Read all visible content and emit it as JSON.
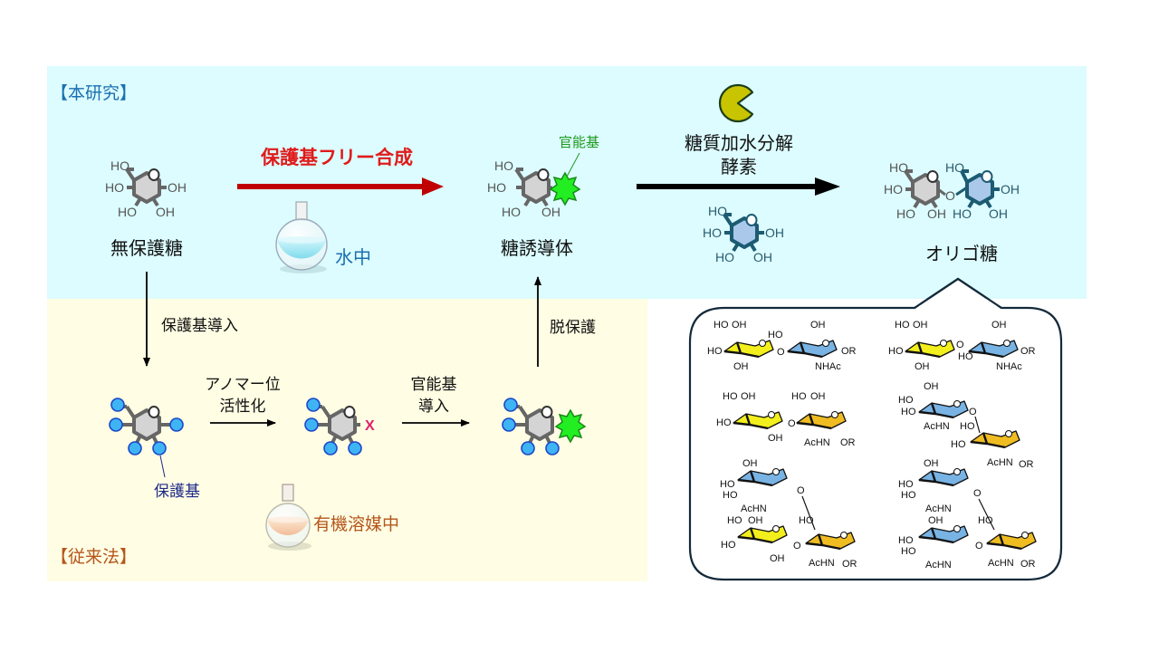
{
  "sections": {
    "this_study": "【本研究】",
    "conventional": "【従来法】"
  },
  "top_row": {
    "unprotected_sugar": "無保護糖",
    "pg_free_synthesis": "保護基フリー合成",
    "in_water": "水中",
    "sugar_derivative": "糖誘導体",
    "functional_group_note": "官能基",
    "enzyme_line1": "糖質加水分解",
    "enzyme_line2": "酵素",
    "oligosaccharide": "オリゴ糖"
  },
  "bottom_row": {
    "pg_introduction": "保護基導入",
    "anomeric_line1": "アノマー位",
    "anomeric_line2": "活性化",
    "fg_line1": "官能基",
    "fg_line2": "導入",
    "deprotection": "脱保護",
    "protecting_group_note": "保護基",
    "leaving_group": "X",
    "in_organic_solvent": "有機溶媒中"
  },
  "chem_labels": {
    "HO": "HO",
    "OH": "OH",
    "O": "O",
    "NHAc": "NHAc",
    "AcHN": "AcHN",
    "OR": "OR"
  },
  "icons": {
    "enzyme": "pacman-enzyme-icon",
    "flask_water": "round-bottom-flask-icon",
    "flask_organic": "round-bottom-flask-icon",
    "functional_group": "green-star-icon",
    "protecting_group": "blue-circle-icon"
  },
  "colors": {
    "panel_this_study": "#dcfcff",
    "panel_conventional": "#fffde3",
    "red_arrow": "#c00000",
    "red_title": "#e01b1b",
    "blue_label": "#1a6fb0",
    "brown_label": "#b5561c",
    "green_label": "#1e9a1e",
    "functional_green": "#22ee22",
    "protect_blue": "#3fb4f5",
    "gray_sugar": "#d4d4d4",
    "blue_sugar": "#a9c8ea",
    "gal_yellow": "#f3ef1c",
    "galnac_orange": "#efbc22",
    "glcnac_blue": "#78b3e4",
    "enzyme_yellow": "#c8c400",
    "leaving_group_pink": "#e0206a"
  }
}
